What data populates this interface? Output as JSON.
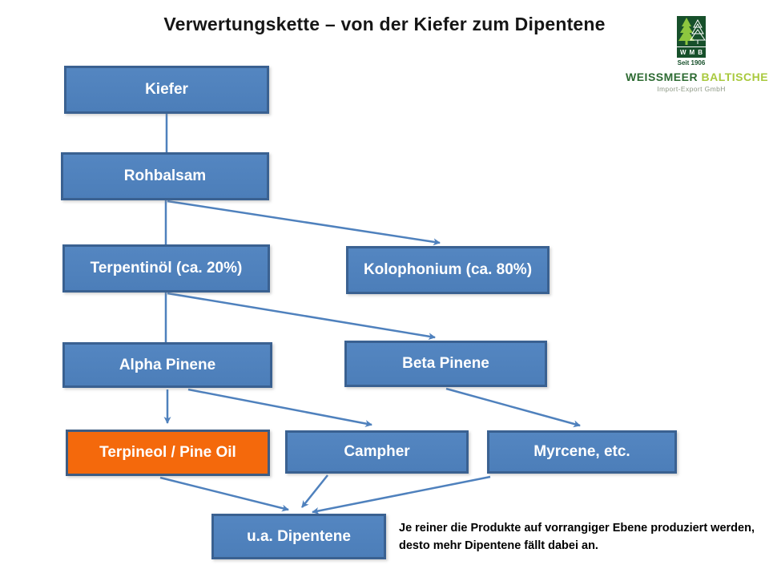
{
  "title": "Verwertungskette – von der Kiefer zum Dipentene",
  "logo": {
    "acronym": "WMB",
    "since": "Seit 1906",
    "name_primary": "WEISSMEER",
    "name_secondary": "BALTISCHE",
    "subtitle": "Import-Export GmbH"
  },
  "diagram": {
    "type": "flowchart",
    "nodes": [
      {
        "id": "kiefer",
        "label": "Kiefer"
      },
      {
        "id": "rohbalsam",
        "label": "Rohbalsam"
      },
      {
        "id": "terpentinoel",
        "label": "Terpentinöl (ca. 20%)"
      },
      {
        "id": "kolophonium",
        "label": "Kolophonium (ca. 80%)"
      },
      {
        "id": "alpha-pinene",
        "label": "Alpha Pinene"
      },
      {
        "id": "beta-pinene",
        "label": "Beta Pinene"
      },
      {
        "id": "terpineol",
        "label": "Terpineol / Pine Oil",
        "highlight": true
      },
      {
        "id": "campher",
        "label": "Campher"
      },
      {
        "id": "myrcene",
        "label": "Myrcene, etc."
      },
      {
        "id": "dipentene",
        "label": "u.a. Dipentene"
      }
    ],
    "edges": [
      {
        "from": "kiefer",
        "to": "rohbalsam",
        "arrow": false
      },
      {
        "from": "rohbalsam",
        "to": "terpentinoel",
        "arrow": false
      },
      {
        "from": "rohbalsam",
        "to": "kolophonium",
        "arrow": true
      },
      {
        "from": "terpentinoel",
        "to": "alpha-pinene",
        "arrow": false
      },
      {
        "from": "terpentinoel",
        "to": "beta-pinene",
        "arrow": true
      },
      {
        "from": "alpha-pinene",
        "to": "terpineol",
        "arrow": true
      },
      {
        "from": "alpha-pinene",
        "to": "campher",
        "arrow": true
      },
      {
        "from": "beta-pinene",
        "to": "myrcene",
        "arrow": true
      },
      {
        "from": "terpineol",
        "to": "dipentene",
        "arrow": true
      },
      {
        "from": "campher",
        "to": "dipentene",
        "arrow": true
      },
      {
        "from": "myrcene",
        "to": "dipentene",
        "arrow": true
      }
    ]
  },
  "note": {
    "line1": "Je reiner die Produkte auf vorrangiger Ebene produziert werden,",
    "line2": "desto mehr Dipentene fällt dabei an."
  },
  "colors": {
    "box_fill": "#4f81bd",
    "box_border": "#3a6191",
    "highlight_fill": "#f4690c",
    "highlight_border": "#3e5c82",
    "arrow": "#4f81bd",
    "logo_dark_green": "#17502b",
    "logo_light_green": "#a9c93e"
  }
}
